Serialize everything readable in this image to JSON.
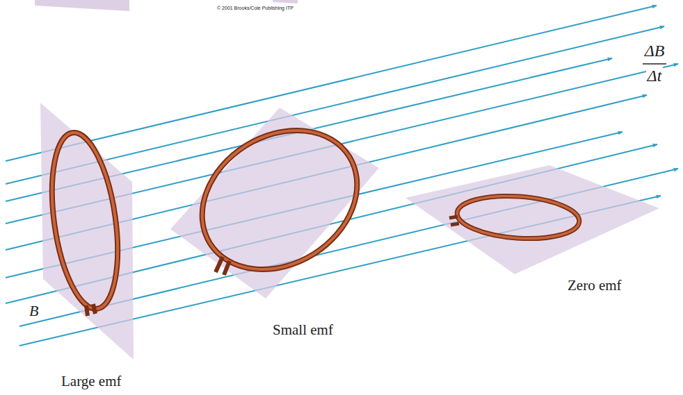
{
  "diagram": {
    "labels": [
      "© 2001 Brooks/Cole Publishing ITP",
      "ΔB",
      "Δt",
      "B",
      "Small emf",
      "Zero emf",
      "Large emf"
    ]
  }
}
